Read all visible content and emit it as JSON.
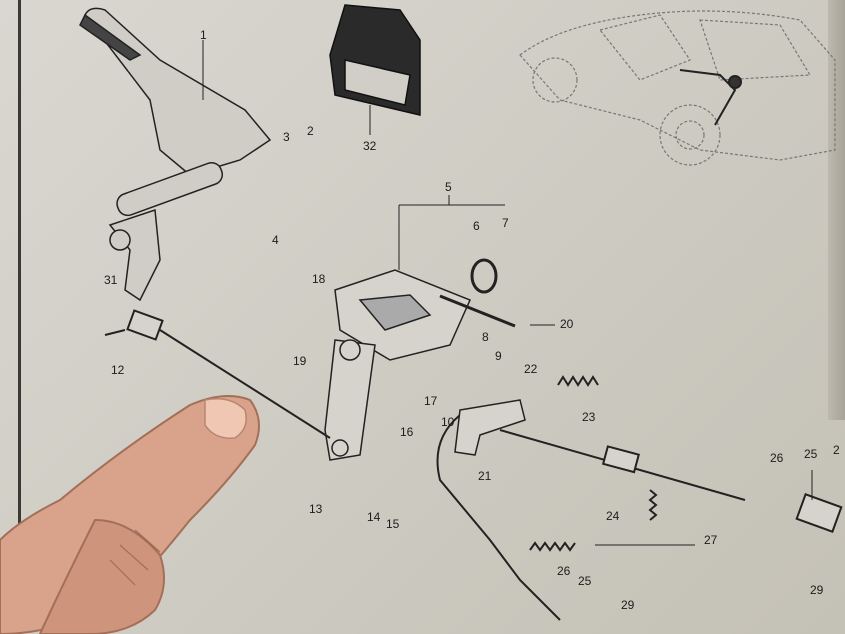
{
  "callouts": [
    {
      "id": "c1",
      "text": "1"
    },
    {
      "id": "c2",
      "text": "2"
    },
    {
      "id": "c3",
      "text": "3"
    },
    {
      "id": "c4",
      "text": "4"
    },
    {
      "id": "c5",
      "text": "5"
    },
    {
      "id": "c6",
      "text": "6"
    },
    {
      "id": "c7",
      "text": "7"
    },
    {
      "id": "c8",
      "text": "8"
    },
    {
      "id": "c9",
      "text": "9"
    },
    {
      "id": "c10",
      "text": "10"
    },
    {
      "id": "c12",
      "text": "12"
    },
    {
      "id": "c13",
      "text": "13"
    },
    {
      "id": "c14",
      "text": "14"
    },
    {
      "id": "c15",
      "text": "15"
    },
    {
      "id": "c16",
      "text": "16"
    },
    {
      "id": "c17",
      "text": "17"
    },
    {
      "id": "c18",
      "text": "18"
    },
    {
      "id": "c19",
      "text": "19"
    },
    {
      "id": "c20",
      "text": "20"
    },
    {
      "id": "c21",
      "text": "21"
    },
    {
      "id": "c22",
      "text": "22"
    },
    {
      "id": "c23",
      "text": "23"
    },
    {
      "id": "c24",
      "text": "24"
    },
    {
      "id": "c25a",
      "text": "25"
    },
    {
      "id": "c25b",
      "text": "25"
    },
    {
      "id": "c26a",
      "text": "26"
    },
    {
      "id": "c26b",
      "text": "26"
    },
    {
      "id": "c27",
      "text": "27"
    },
    {
      "id": "c29a",
      "text": "29"
    },
    {
      "id": "c29b",
      "text": "29"
    },
    {
      "id": "c31",
      "text": "31"
    },
    {
      "id": "c32",
      "text": "32"
    },
    {
      "id": "c2x",
      "text": "2"
    }
  ],
  "colors": {
    "paper": "#d4d2ca",
    "ink": "#1c1c1c",
    "skin": "#d9a28a"
  }
}
